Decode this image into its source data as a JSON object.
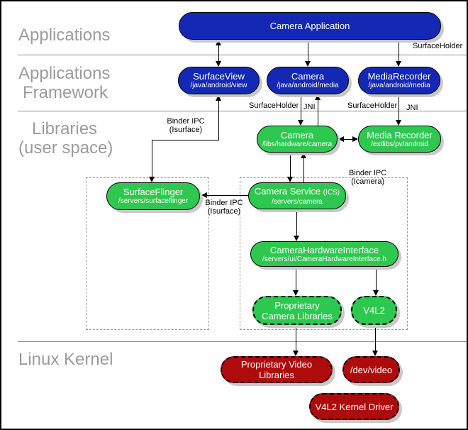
{
  "layers": {
    "applications": {
      "line1": "Applications"
    },
    "framework": {
      "line1": "Applications",
      "line2": "Framework"
    },
    "libraries": {
      "line1": "Libraries",
      "line2": "(user space)"
    },
    "kernel": {
      "line1": "Linux Kernel"
    }
  },
  "nodes": {
    "camera_application": {
      "title": "Camera Application"
    },
    "surface_view": {
      "title": "SurfaceView",
      "path": "/java/android/view"
    },
    "camera_api": {
      "title": "Camera",
      "path": "/java/android/media"
    },
    "media_recorder_api": {
      "title": "MediaRecorder",
      "path": "/java/android/media"
    },
    "camera_lib": {
      "title": "Camera",
      "path": "/libs/hardware/camera"
    },
    "media_recorder_lib": {
      "title": "Media Recorder",
      "path": "/extlibs/pv/android"
    },
    "surface_flinger": {
      "title": "SurfaceFlinger",
      "path": "/servers/surfaceflinger"
    },
    "camera_service": {
      "title": "Camera Service",
      "suffix": "(ICS)",
      "path": "/servers/camera"
    },
    "camera_hardware_interface": {
      "title": "CameraHardwareInterface",
      "path": "/servers/ui/CameraHardwareInterface.h"
    },
    "proprietary_camera_libraries": {
      "title": "Proprietary Camera Libraries"
    },
    "v4l2": {
      "title": "V4L2"
    },
    "proprietary_video_libraries": {
      "title": "Proprietary Video Libraries"
    },
    "dev_video": {
      "title": "/dev/video"
    },
    "v4l2_kernel_driver": {
      "title": "V4L2 Kernel Driver"
    }
  },
  "edge_labels": {
    "surface_holder_top": "SurfaceHolder",
    "surface_holder_camera": "SurfaceHolder",
    "jni_camera": "JNI",
    "surface_holder_recorder": "SurfaceHolder",
    "jni_recorder": "JNI",
    "binder_ipc_left_1": "Binder IPC",
    "binder_ipc_left_2": "(Isurface)",
    "binder_ipc_mid_1": "Binder IPC",
    "binder_ipc_mid_2": "(Isurface)",
    "binder_ipc_right_1": "Binder IPC",
    "binder_ipc_right_2": "(Icamera)"
  },
  "colors": {
    "app_blue": "#1428b4",
    "lib_green": "#2ec851",
    "kernel_red": "#ae0c0c",
    "shadow_gray": "#c9c9c9",
    "layer_label_gray": "#9b9b9b",
    "dashed_gray": "#9a9a9a"
  }
}
